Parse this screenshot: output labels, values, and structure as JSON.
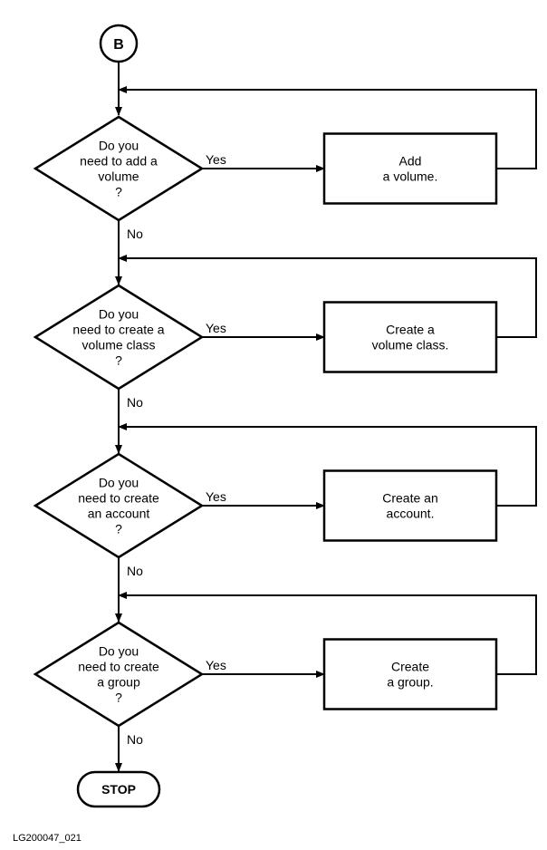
{
  "start": {
    "label": "B"
  },
  "steps": [
    {
      "question": [
        "Do you",
        "need to add a",
        "volume",
        "?"
      ],
      "yes_label": "Yes",
      "no_label": "No",
      "action": [
        "Add",
        "a volume."
      ]
    },
    {
      "question": [
        "Do you",
        "need to create a",
        "volume class",
        "?"
      ],
      "yes_label": "Yes",
      "no_label": "No",
      "action": [
        "Create a",
        "volume class."
      ]
    },
    {
      "question": [
        "Do you",
        "need to create",
        "an account",
        "?"
      ],
      "yes_label": "Yes",
      "no_label": "No",
      "action": [
        "Create an",
        "account."
      ]
    },
    {
      "question": [
        "Do you",
        "need to create",
        "a group",
        "?"
      ],
      "yes_label": "Yes",
      "no_label": "No",
      "action": [
        "Create",
        "a group."
      ]
    }
  ],
  "end": {
    "label": "STOP"
  },
  "figure_id": "LG200047_021"
}
